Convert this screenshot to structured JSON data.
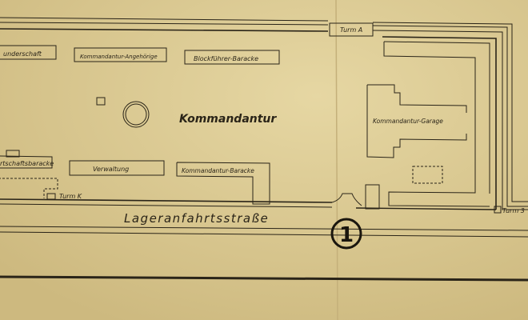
{
  "map": {
    "labels": {
      "hundertschaft": "underschaft",
      "kommandantur_angehoerige": "Kommandantur-Angehörige",
      "blockfuehrer_baracke": "Blockführer-Baracke",
      "kommandantur": "Kommandantur",
      "kommandantur_garage": "Kommandantur-Garage",
      "wirtschaftsbaracke": "rtschaftsbaracke",
      "verwaltung": "Verwaltung",
      "kommandantur_baracke": "Kommandantur-Baracke",
      "turm_k": "Turm K",
      "turm_a": "Turm A",
      "turm_3": "Turm 3",
      "road": "Lageranfahrtsstraße",
      "marker": "1"
    },
    "colors": {
      "paper": "#dccb93",
      "ink": "#2a2418"
    }
  }
}
